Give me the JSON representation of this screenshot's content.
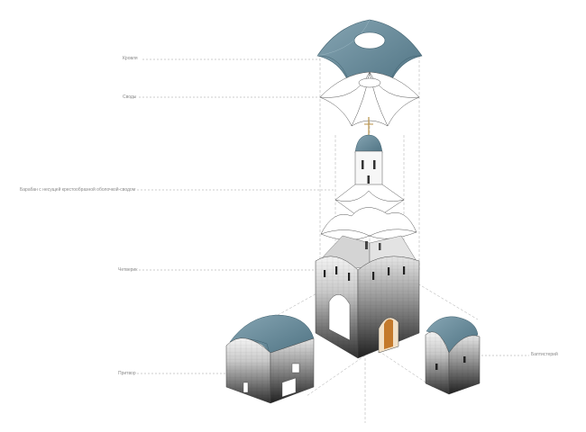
{
  "labels": {
    "roof": "Кровля",
    "vaults": "Своды",
    "drum": "Барабан с несущей крестообразной оболочкой-сводом",
    "quadrangle": "Четверик",
    "narthex": "Притвор",
    "baptistery": "Баптистерий"
  },
  "colors": {
    "roof": "#6e8f9e",
    "roof_dark": "#4f7180",
    "stone_light": "#d8d8d8",
    "stone_dark": "#2e2e2e",
    "leader": "#9a9a9a",
    "outline": "#555555",
    "cross": "#b8924a"
  }
}
